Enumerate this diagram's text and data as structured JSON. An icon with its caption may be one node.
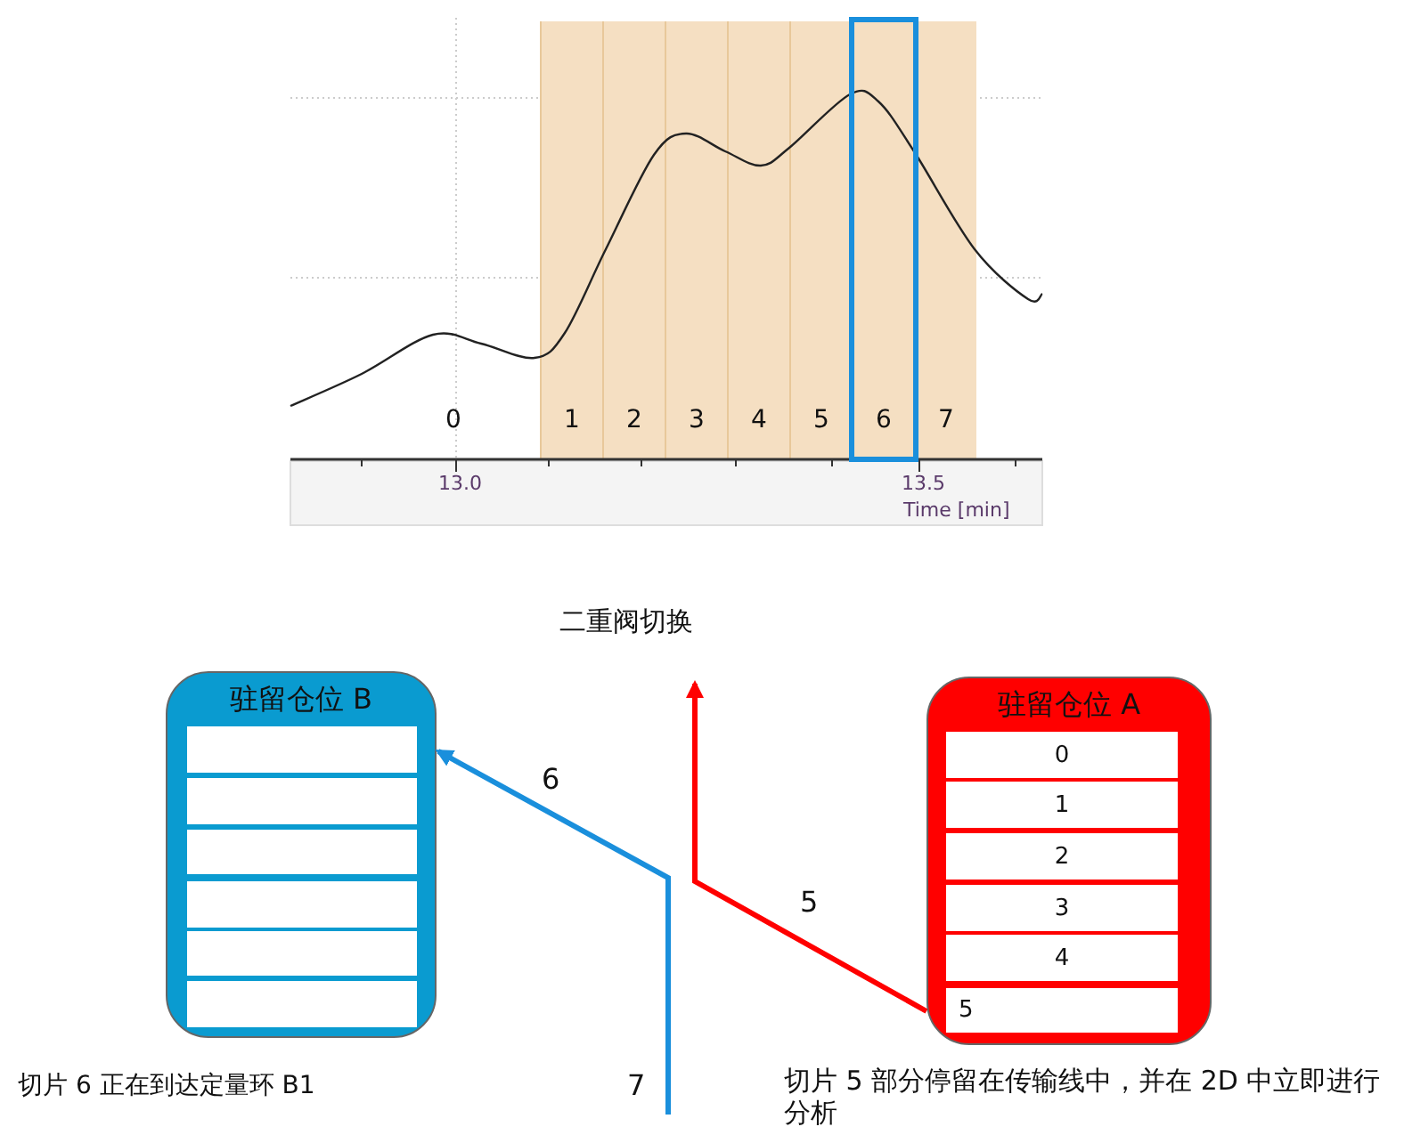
{
  "diagram": {
    "nodes": [
      {
        "text": [
          "1"
        ]
      },
      {
        "text": [
          "2"
        ]
      },
      {
        "text": [
          "3"
        ]
      },
      {
        "text": [
          "4"
        ]
      },
      {
        "text": [
          "5"
        ]
      },
      {
        "text": [
          "6"
        ]
      },
      {
        "text": [
          "7"
        ]
      },
      {
        "text": [
          "驻留仓位 B"
        ]
      },
      {
        "text": [],
        "shape": "box",
        "in": 7
      },
      {
        "text": [],
        "shape": "box",
        "in": 7
      },
      {
        "text": [],
        "shape": "box",
        "in": 7
      },
      {
        "text": [],
        "shape": "box",
        "in": 7
      },
      {
        "text": [],
        "shape": "box",
        "in": 7
      },
      {
        "text": [],
        "shape": "box",
        "in": 7
      },
      {
        "text": [
          "驻留仓位 A"
        ]
      },
      {
        "text": [
          "0"
        ],
        "in": 14
      },
      {
        "text": [
          "1"
        ],
        "in": 14
      },
      {
        "text": [
          "2"
        ],
        "in": 14
      },
      {
        "text": [
          "3"
        ],
        "in": 14
      },
      {
        "text": [
          "4"
        ],
        "in": 14
      },
      {
        "text": [
          "5"
        ],
        "in": 14
      }
    ],
    "edges": [
      {
        "from": null,
        "to": 7,
        "arrow": "to",
        "label": "6",
        "color": "#1a8fdc"
      },
      {
        "from": 14,
        "to": null,
        "arrow": "to",
        "label": "5",
        "color": "#ff0000"
      }
    ],
    "labels": [
      "0",
      "13.0",
      "13.5",
      "Time [min]",
      "二重阀切换",
      "7",
      "切片 6 正在到达定量环 B1",
      "切片 5 部分停留在传输线中，并在 2D 中立即进行分析"
    ]
  }
}
